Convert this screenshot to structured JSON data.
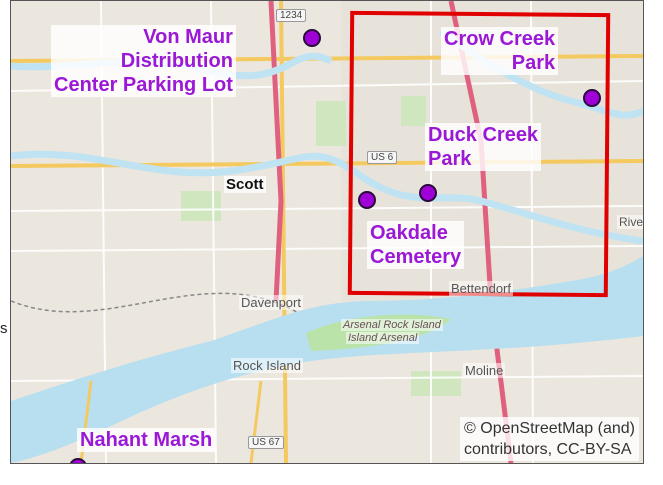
{
  "map": {
    "points": [
      {
        "label_line1": "Von Maur",
        "label_line2": "Distribution",
        "label_line3": "Center Parking Lot"
      },
      {
        "label_line1": "Crow Creek",
        "label_line2": "Park"
      },
      {
        "label_line1": "Duck Creek",
        "label_line2": "Park"
      },
      {
        "label_line1": "Oakdale",
        "label_line2": "Cemetery"
      },
      {
        "label_line1": "Nahant Marsh"
      }
    ],
    "city_label": "Scott",
    "places": {
      "davenport": "Davenport",
      "bettendorf": "Bettendorf",
      "rock_island": "Rock Island",
      "moline": "Moline",
      "arsenal_line1": "Arsenal Rock Island",
      "arsenal_line2": "Island   Arsenal",
      "riverside": "Riversi"
    },
    "shields": {
      "us6": "US 6",
      "us67": "US 67",
      "rt1234": "1234"
    },
    "attribution_line1": "© OpenStreetMap (and)",
    "attribution_line2": "contributors, CC-BY-SA",
    "edge_fragment": "s",
    "colors": {
      "marker": "#a000d8",
      "label": "#9a18d6",
      "extent_box": "#e00000",
      "river": "#bfe3f2"
    }
  }
}
